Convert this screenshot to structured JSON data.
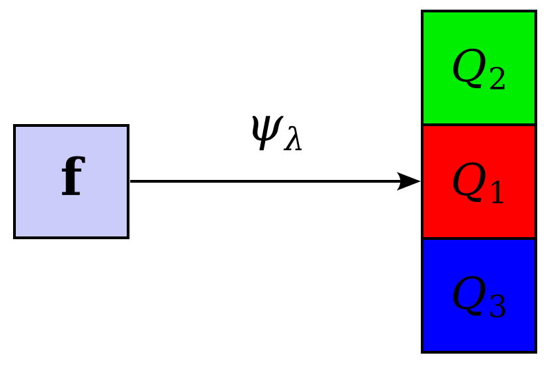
{
  "diagram": {
    "background_color": "#ffffff",
    "line_color": "#000000",
    "input_box": {
      "label": "f",
      "fill": "#ccccfa",
      "border_color": "#000000"
    },
    "arrow": {
      "label_base": "ψ",
      "label_subscript": "λ",
      "color": "#000000"
    },
    "output_boxes": [
      {
        "label_base": "Q",
        "label_subscript": "2",
        "fill": "#00ee00"
      },
      {
        "label_base": "Q",
        "label_subscript": "1",
        "fill": "#ff0000"
      },
      {
        "label_base": "Q",
        "label_subscript": "3",
        "fill": "#0000ff"
      }
    ]
  }
}
